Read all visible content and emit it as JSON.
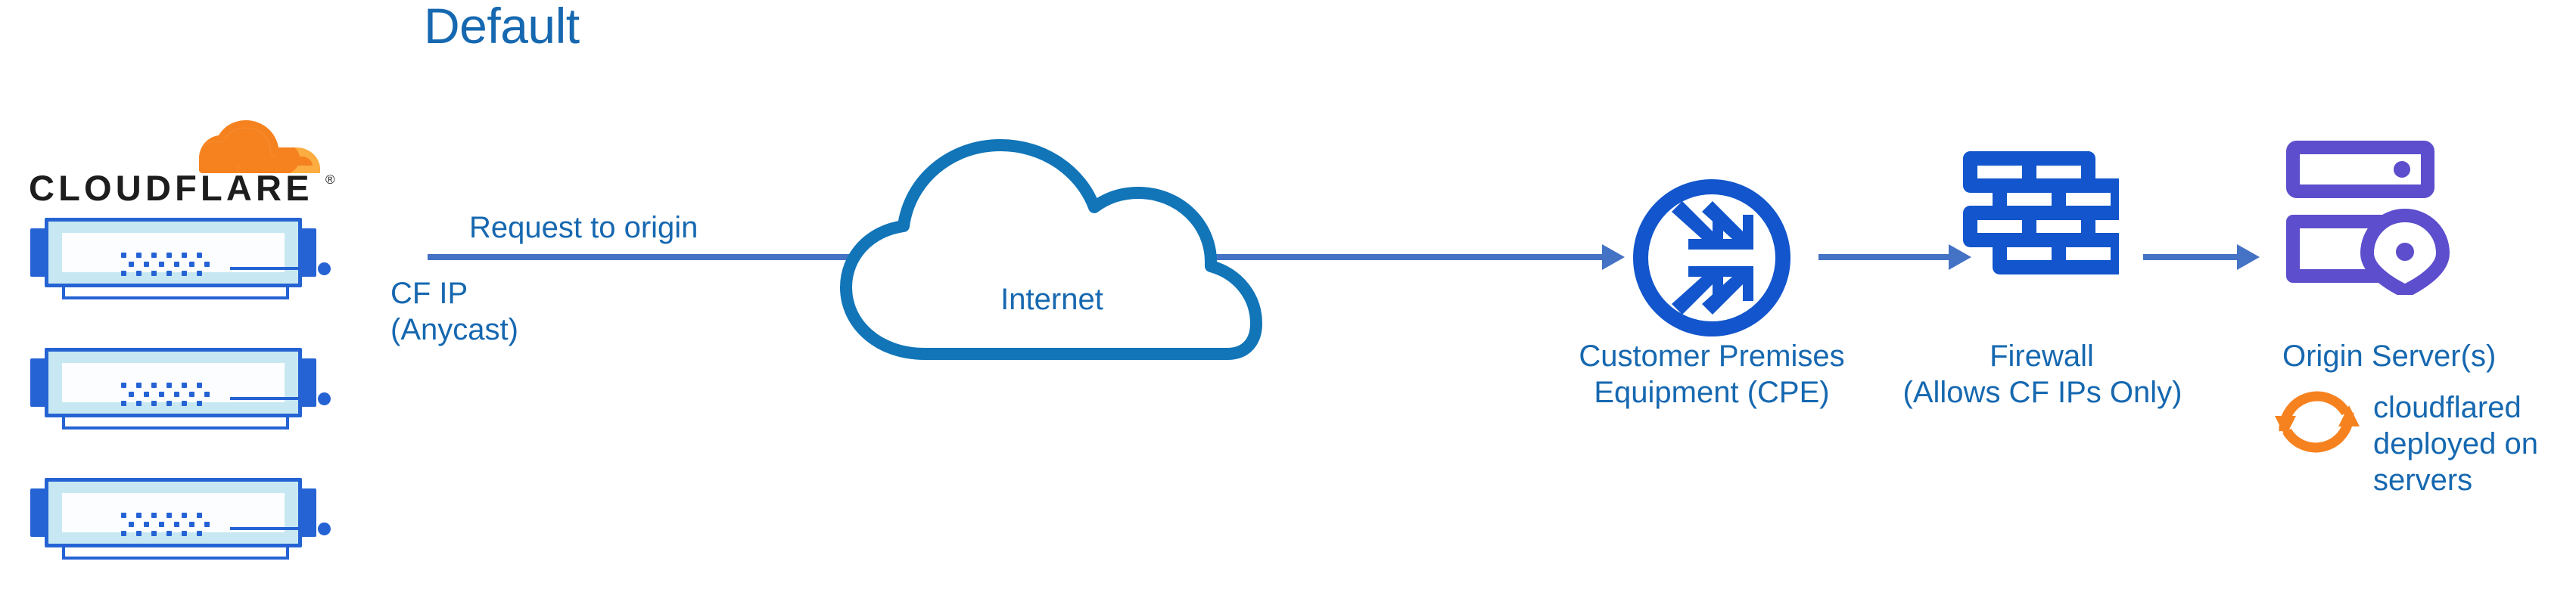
{
  "diagram": {
    "title": "Default",
    "colors": {
      "text_blue": "#1668b0",
      "arrow_blue": "#4472c4",
      "icon_blue": "#1255cc",
      "cloud_blue": "#1175b8",
      "server_purple": "#5c4ecc",
      "cloudflare_orange": "#f6821f",
      "cloudflare_orange_light": "#fbad41",
      "device_blue": "#2563d4",
      "device_fill": "#c7e8f2"
    },
    "brand": {
      "wordmark": "CLOUDFLARE",
      "registered_mark": "®"
    },
    "flow_label": "Request to origin",
    "nodes": [
      {
        "id": "cf-edge",
        "icon": "cloudflare-logo-icon",
        "label_lines": [
          "CF IP",
          "(Anycast)"
        ],
        "device_count": 3
      },
      {
        "id": "internet",
        "icon": "cloud-icon",
        "label_lines": [
          "Internet"
        ]
      },
      {
        "id": "cpe",
        "icon": "router-icon",
        "label_lines": [
          "Customer Premises",
          "Equipment (CPE)"
        ]
      },
      {
        "id": "firewall",
        "icon": "brick-wall-icon",
        "label_lines": [
          "Firewall",
          "(Allows CF IPs Only)"
        ]
      },
      {
        "id": "origin",
        "icon": "server-pin-icon",
        "label_lines": [
          "Origin Server(s)"
        ]
      }
    ],
    "annotation": {
      "icon": "sync-arrows-icon",
      "lines": [
        "cloudflared",
        "deployed on",
        "servers"
      ]
    }
  }
}
